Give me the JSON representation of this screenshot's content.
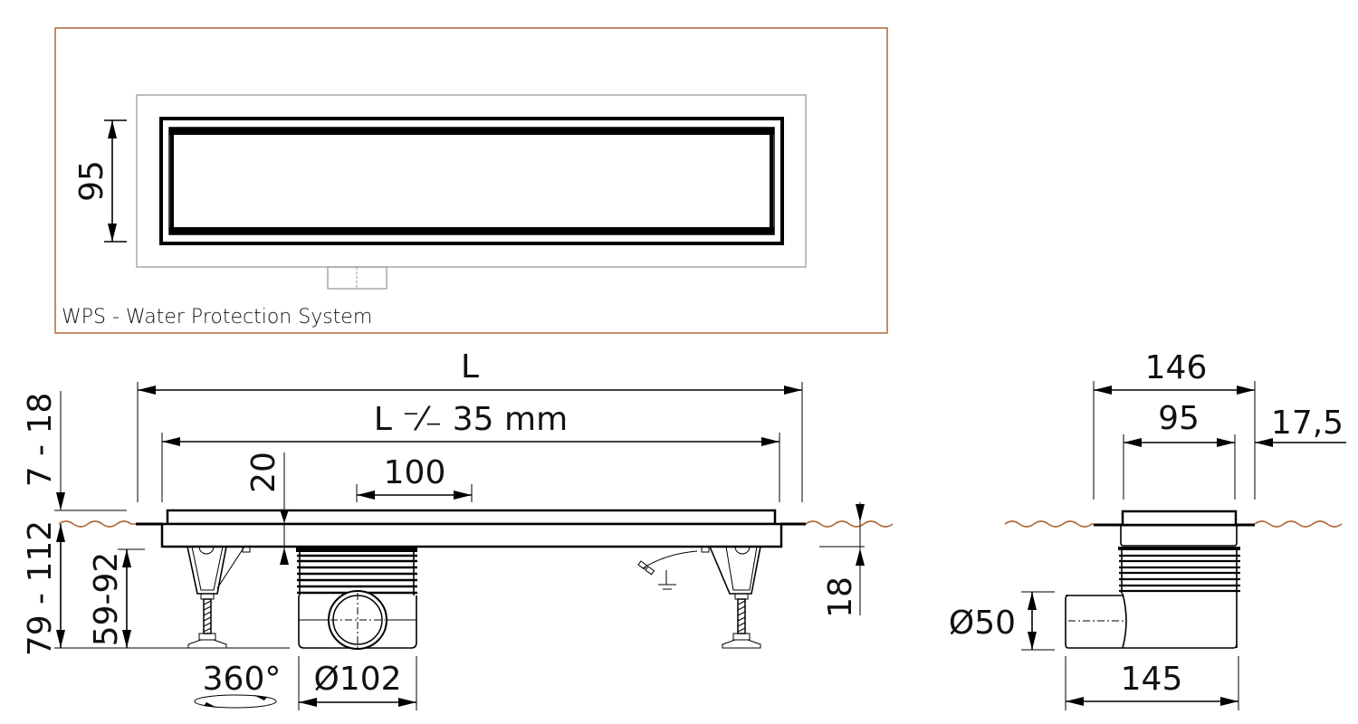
{
  "top_view": {
    "caption": "WPS - Water Protection System",
    "frame_color": "#b0673a",
    "width_dim": "95"
  },
  "side_view": {
    "total_length": "L",
    "grate_length": "L ⁻⁄₋ 35 mm",
    "outlet_offset": "100",
    "frame_height": "20",
    "tile_range": "7 - 18",
    "total_height": "79 - 112",
    "leg_height": "59-92",
    "rotation": "360°",
    "outlet_diameter": "Ø102",
    "floor_to_frame": "18"
  },
  "end_view": {
    "total_width": "146",
    "channel_width": "95",
    "flange": "17,5",
    "pipe_diameter": "Ø50",
    "siphon_length": "145"
  },
  "colors": {
    "floor_line": "#b0673a",
    "line": "#000000"
  }
}
